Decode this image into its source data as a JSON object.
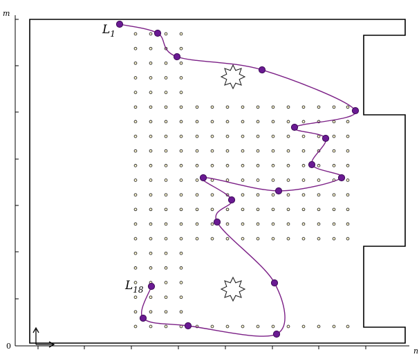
{
  "axis": {
    "y_letter": "m",
    "x_letter": "n",
    "origin_label": "0"
  },
  "labels": {
    "start": {
      "letter": "L",
      "index": "1"
    },
    "end": {
      "letter": "L",
      "index": "18"
    }
  },
  "colors": {
    "path": "#7b1f86",
    "waypoint": "#6a1a93",
    "waypoint_stroke": "#3d0a57",
    "grid_dot_fill": "#fff8d0",
    "grid_dot_stroke": "#2b2b2b",
    "outline": "#000000"
  },
  "icons": [
    "star-obstacle-icon",
    "north-arrow-icon",
    "east-arrow-icon"
  ]
}
